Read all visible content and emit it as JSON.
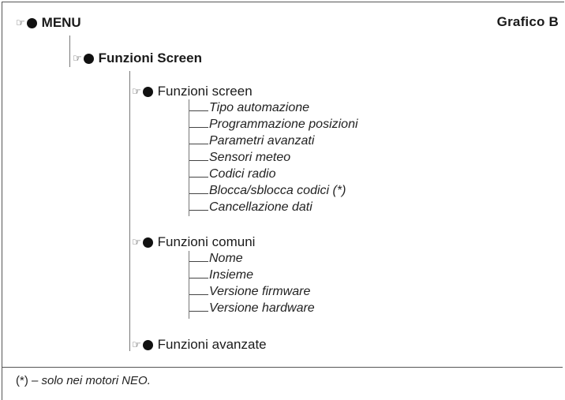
{
  "header": {
    "menu_label": "MENU",
    "graph_title": "Grafico B"
  },
  "tree": {
    "level1_label": "Funzioni Screen",
    "groups": [
      {
        "label": "Funzioni screen",
        "items": [
          "Tipo automazione",
          "Programmazione posizioni",
          "Parametri avanzati",
          "Sensori meteo",
          "Codici radio",
          "Blocca/sblocca codici (*)",
          "Cancellazione dati"
        ]
      },
      {
        "label": "Funzioni comuni",
        "items": [
          "Nome",
          "Insieme",
          "Versione firmware",
          "Versione hardware"
        ]
      },
      {
        "label": "Funzioni avanzate",
        "items": []
      }
    ]
  },
  "footnote": {
    "marker": "(*)",
    "text": " – solo nei motori NEO."
  },
  "icons": {
    "pointer": "hand-pointing-icon",
    "bullet": "filled-circle-bullet-icon"
  }
}
